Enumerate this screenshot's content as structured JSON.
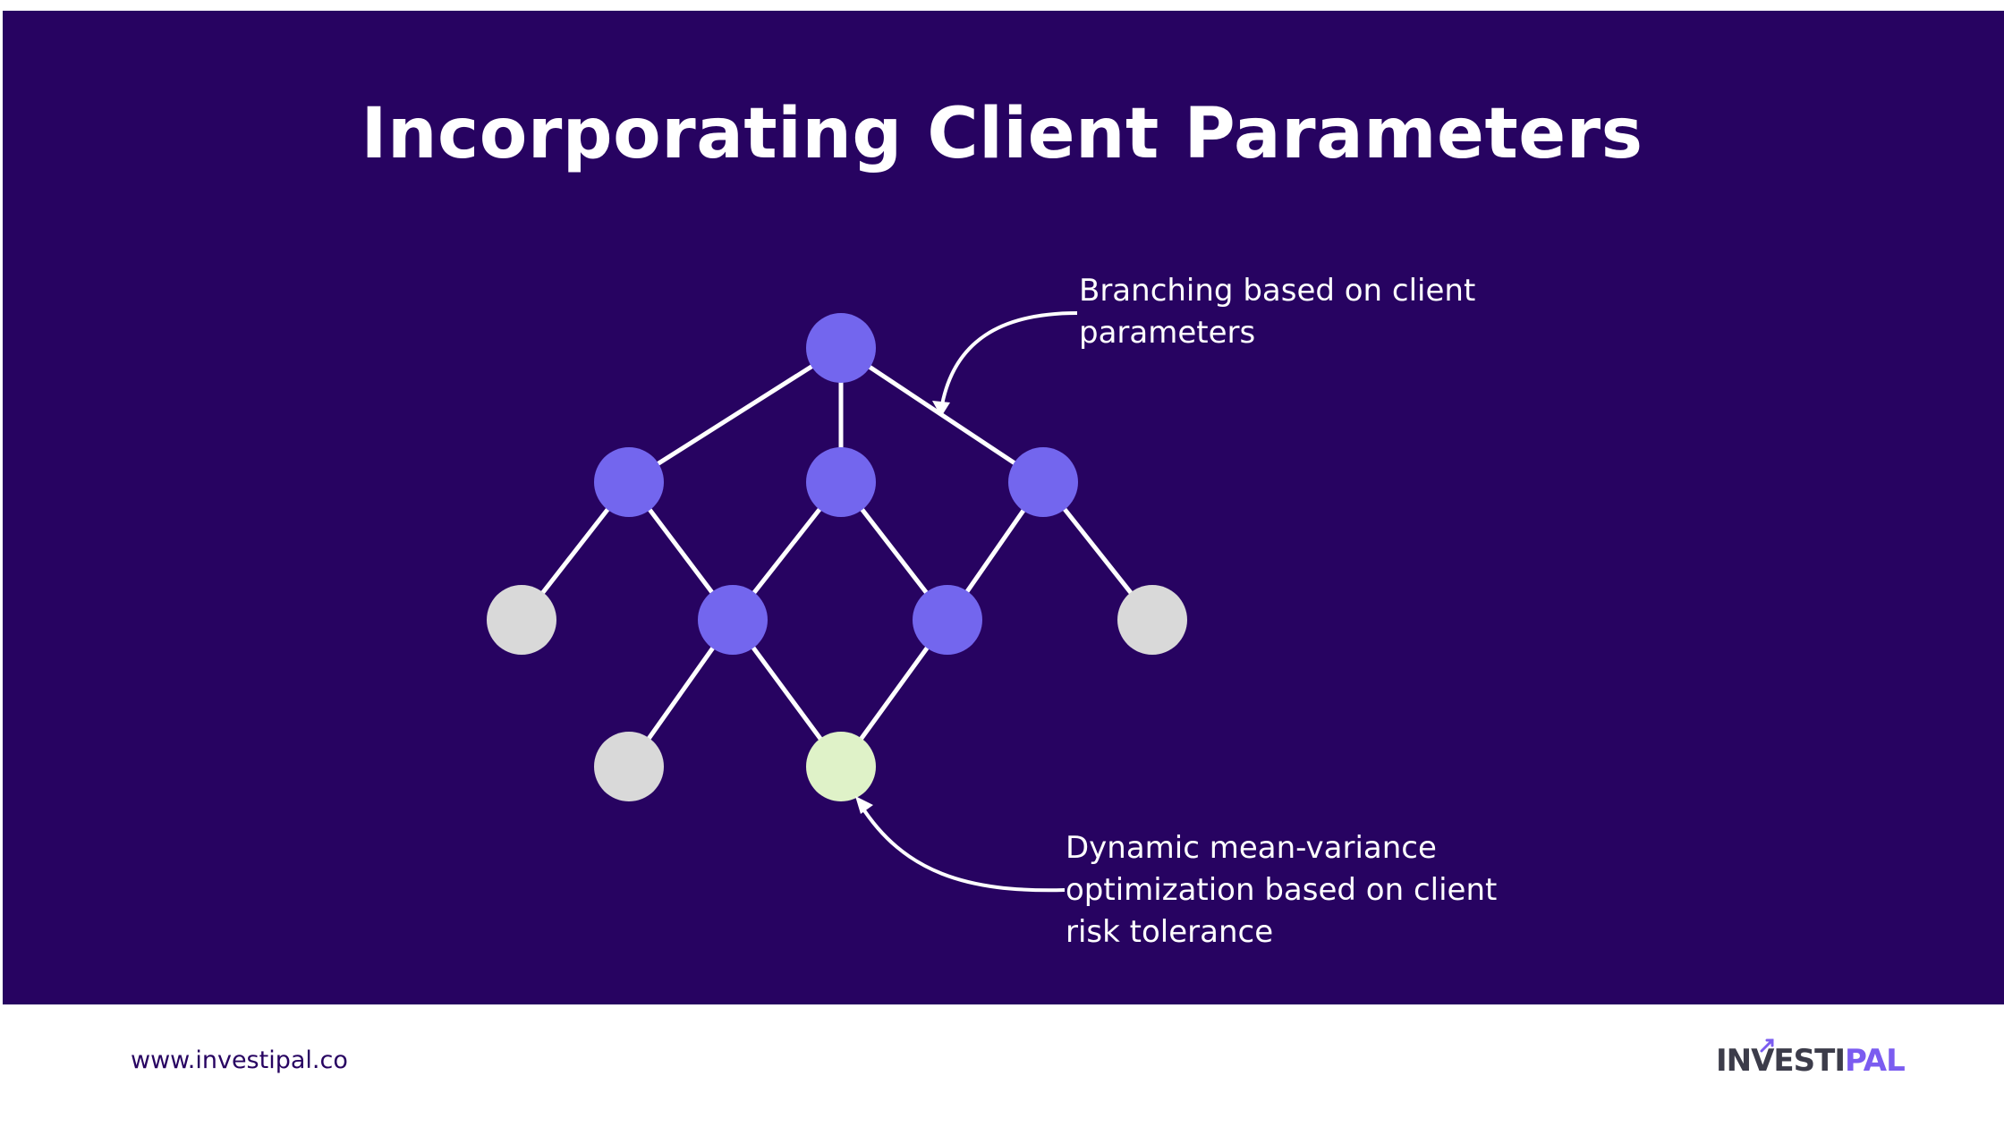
{
  "slide": {
    "title": "Incorporating Client Parameters",
    "background_color": "#270361"
  },
  "diagram": {
    "node_colors": {
      "active": "#7366EE",
      "inactive": "#D9D9D9",
      "highlight": "#DFF2C8"
    },
    "edge_color": "#FFFFFF",
    "callouts": {
      "top": "Branching based on client\nparameters",
      "bottom": "Dynamic mean-variance\noptimization based on client\nrisk tolerance"
    }
  },
  "footer": {
    "url": "www.investipal.co",
    "logo_text_dark": "INVESTI",
    "logo_text_accent": "PAL",
    "logo_accent_color": "#7B5CF0"
  }
}
